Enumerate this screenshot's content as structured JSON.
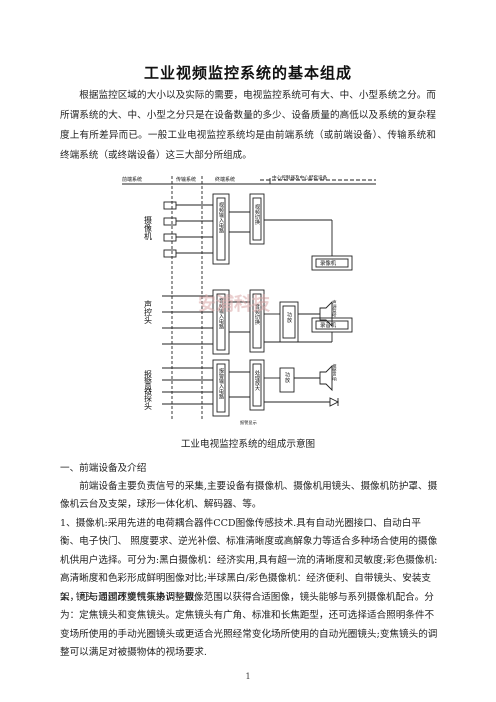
{
  "title": "工业视频监控系统的基本组成",
  "intro": "根据监控区域的大小以及实际的需要，电视监控系统可有大、中、小型系统之分。而所谓系统的大、中、小型之分只是在设备数量的多少、设备质量的高低以及系统的复杂程度上有所差异而已。一般工业电视监控系统均是由前端系统（或前端设备）、传输系统和终端系统（或终端设备）这三大部分所组成。",
  "diagram": {
    "header_front": "前端系统",
    "header_trans": "传输系统",
    "header_term": "终端系统",
    "header_center": "中心控制器及中心配套设备",
    "src_camera": "摄像机",
    "src_mic": "声控头",
    "src_alarm": "报警器探头",
    "box_video_in": "视频输入电路",
    "box_video_switch": "视频切换",
    "box_audio_in": "音频输入电路",
    "box_audio_switch": "音频切换",
    "box_alarm_in": "报警输入电路",
    "box_process": "处理放大",
    "box_amp1": "功放",
    "box_amp2": "功放",
    "box_recorder": "录像机",
    "box_sound_recorder": "录音机",
    "label_speaker": "声源监听",
    "label_alarm_speaker": "报警声响",
    "label_alarm_display": "报警显示",
    "watermark": "安浦科技"
  },
  "caption": "工业电视监控系统的组成示意图",
  "sections": [
    "一、前端设备及介绍",
    "前端设备主要负责信号的采集,主要设备有摄像机、摄像机用镜头、摄像机防护罩、摄像机云台及支架，球形一体化机、解码器、等。",
    "1、摄像机:采用先进的电荷耦合器件CCD图像传感技术.具有自动光圈接口、自动白平衡、电子快门、 照度要求、逆光补偿、标准清晰度或高解象力等适合多种场合使用的摄像机供用户选择。可分为:黑白摄像机：经济实用,具有超一流的清晰度和灵敏度;彩色摄像机:高清晰度和色彩形成鲜明图像对比;半球黑白/彩色摄像机：经济便利、自带镜头、安装支架，可与周围环境气氛协调一致;",
    "2、镜头:通过改变镜头来调整摄像范围以获得合适图像，镜头能够与系列摄像机配合。分为：定焦镜头和变焦镜头。定焦镜头有广角、标准和长焦距型，还可选择适合照明条件不变场所使用的手动光圈镜头或更适合光照经常变化场所使用的自动光圈镜头;变焦镜头的调整可以满足对被摄物体的视场要求."
  ],
  "page_number": "1"
}
